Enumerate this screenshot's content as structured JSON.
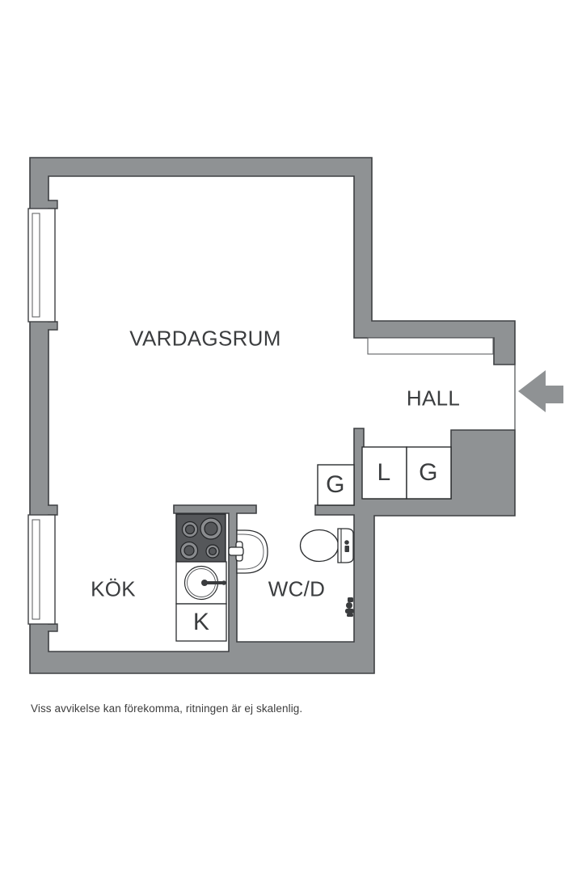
{
  "plan": {
    "rooms": {
      "vardagsrum": "VARDAGSRUM",
      "hall": "HALL",
      "kok": "KÖK",
      "wcd": "WC/D"
    },
    "closets": {
      "linen_cabinet": "L",
      "hall_wardrobe": "G",
      "kitchen_wardrobe": "G",
      "fridge": "K"
    },
    "footer_note": "Viss avvikelse kan förekomma, ritningen är ej skalenlig.",
    "colors": {
      "wall": "#8f9294",
      "outline": "#3e4043",
      "stove": "#55575a",
      "burner_ring": "#8a8c8f",
      "background": "#ffffff",
      "text": "#3b3d3f"
    },
    "icons": [
      "entrance-arrow-icon",
      "window-icon",
      "stove-icon",
      "kitchen-sink-icon",
      "fridge-box",
      "toilet-icon",
      "wash-basin-icon",
      "shower-mixer-icon",
      "hall-wardrobe-icon"
    ]
  }
}
